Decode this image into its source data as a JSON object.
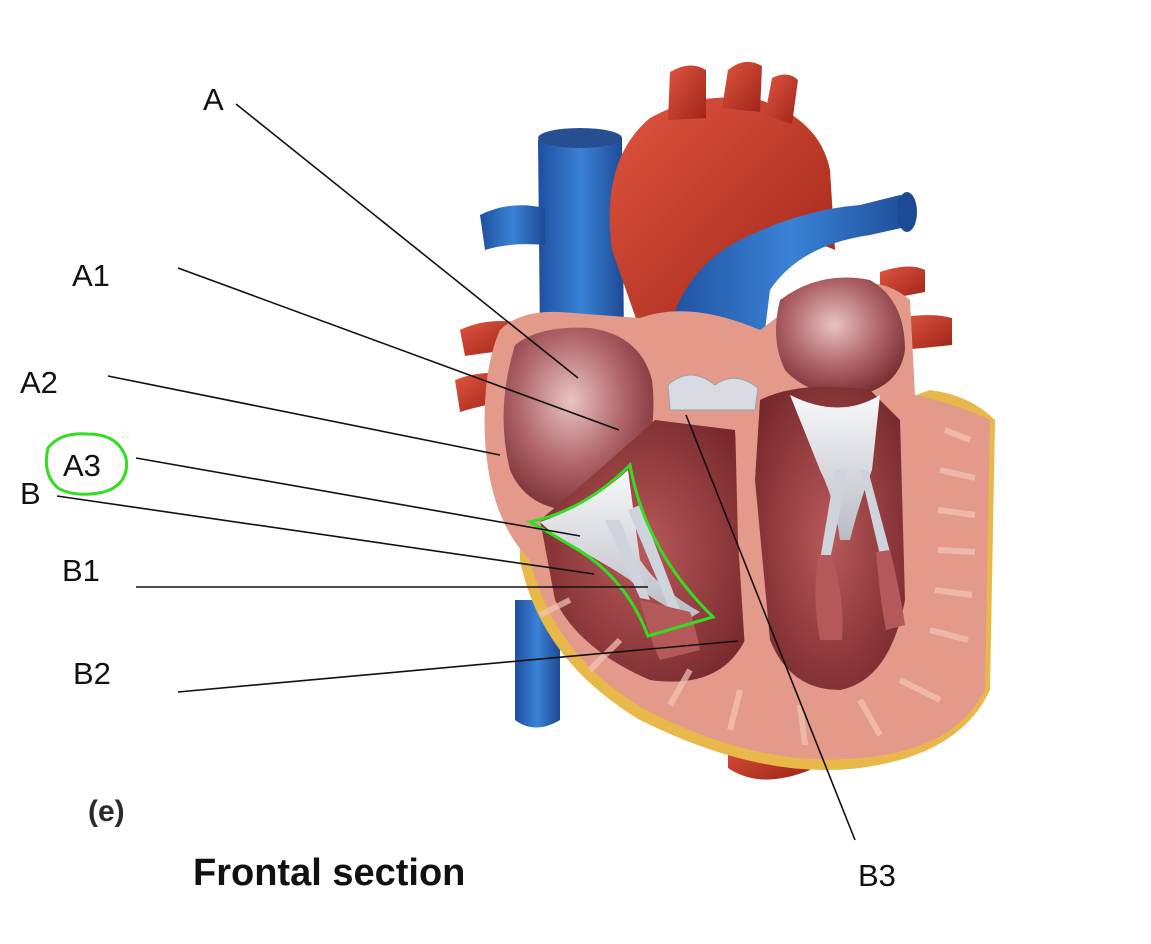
{
  "labels": {
    "A": "A",
    "A1": "A1",
    "A2": "A2",
    "A3": "A3",
    "B": "B",
    "B1": "B1",
    "B2": "B2",
    "B3": "B3"
  },
  "figure": {
    "letter": "(e)",
    "caption": "Frontal section"
  },
  "highlight": {
    "color": "#33dd22",
    "target_label": "A3"
  },
  "colors": {
    "vein_blue": "#2f6fc4",
    "artery_red": "#c83a2a",
    "myocardium": "#e39a8a",
    "chamber_wall": "#8e3a3c",
    "fat": "#e8b84a",
    "tendon_white": "#eef0f3"
  }
}
